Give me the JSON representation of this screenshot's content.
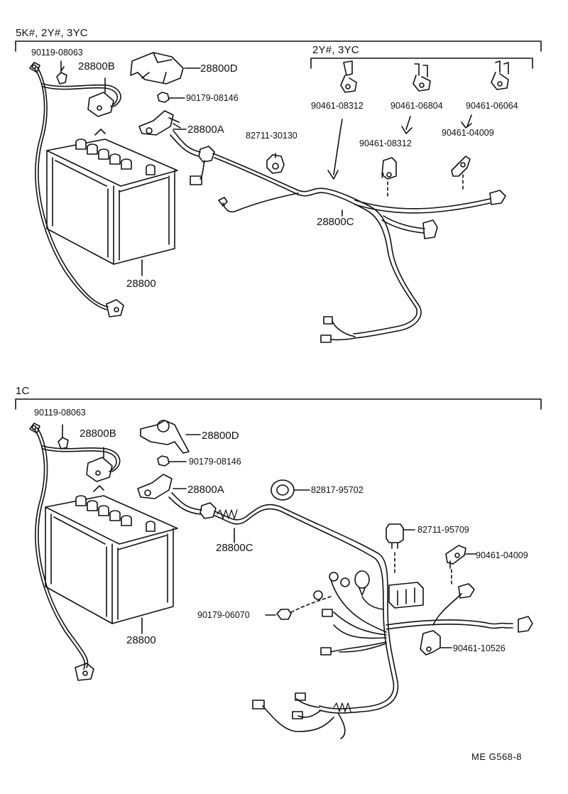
{
  "section_top": {
    "label": "5K#, 2Y#, 3YC",
    "sub_label": "2Y#, 3YC",
    "parts": {
      "p1": "90119-08063",
      "p2": "28800B",
      "p3": "28800D",
      "p4": "90179-08146",
      "p5": "28800A",
      "p6": "82711-30130",
      "p7": "90461-08312",
      "p8": "90461-06804",
      "p9": "90461-06064",
      "p10": "90461-08312",
      "p11": "90461-04009",
      "p12": "28800C",
      "p13": "28800"
    }
  },
  "section_bottom": {
    "label": "1C",
    "parts": {
      "p1": "90119-08063",
      "p2": "28800B",
      "p3": "28800D",
      "p4": "90179-08146",
      "p5": "28800A",
      "p6": "82817-95702",
      "p7": "28800C",
      "p8": "82711-95709",
      "p9": "90461-04009",
      "p10": "90179-06070",
      "p11": "90461-10526",
      "p12": "28800"
    }
  },
  "footer": {
    "code": "ME  G568-8"
  }
}
